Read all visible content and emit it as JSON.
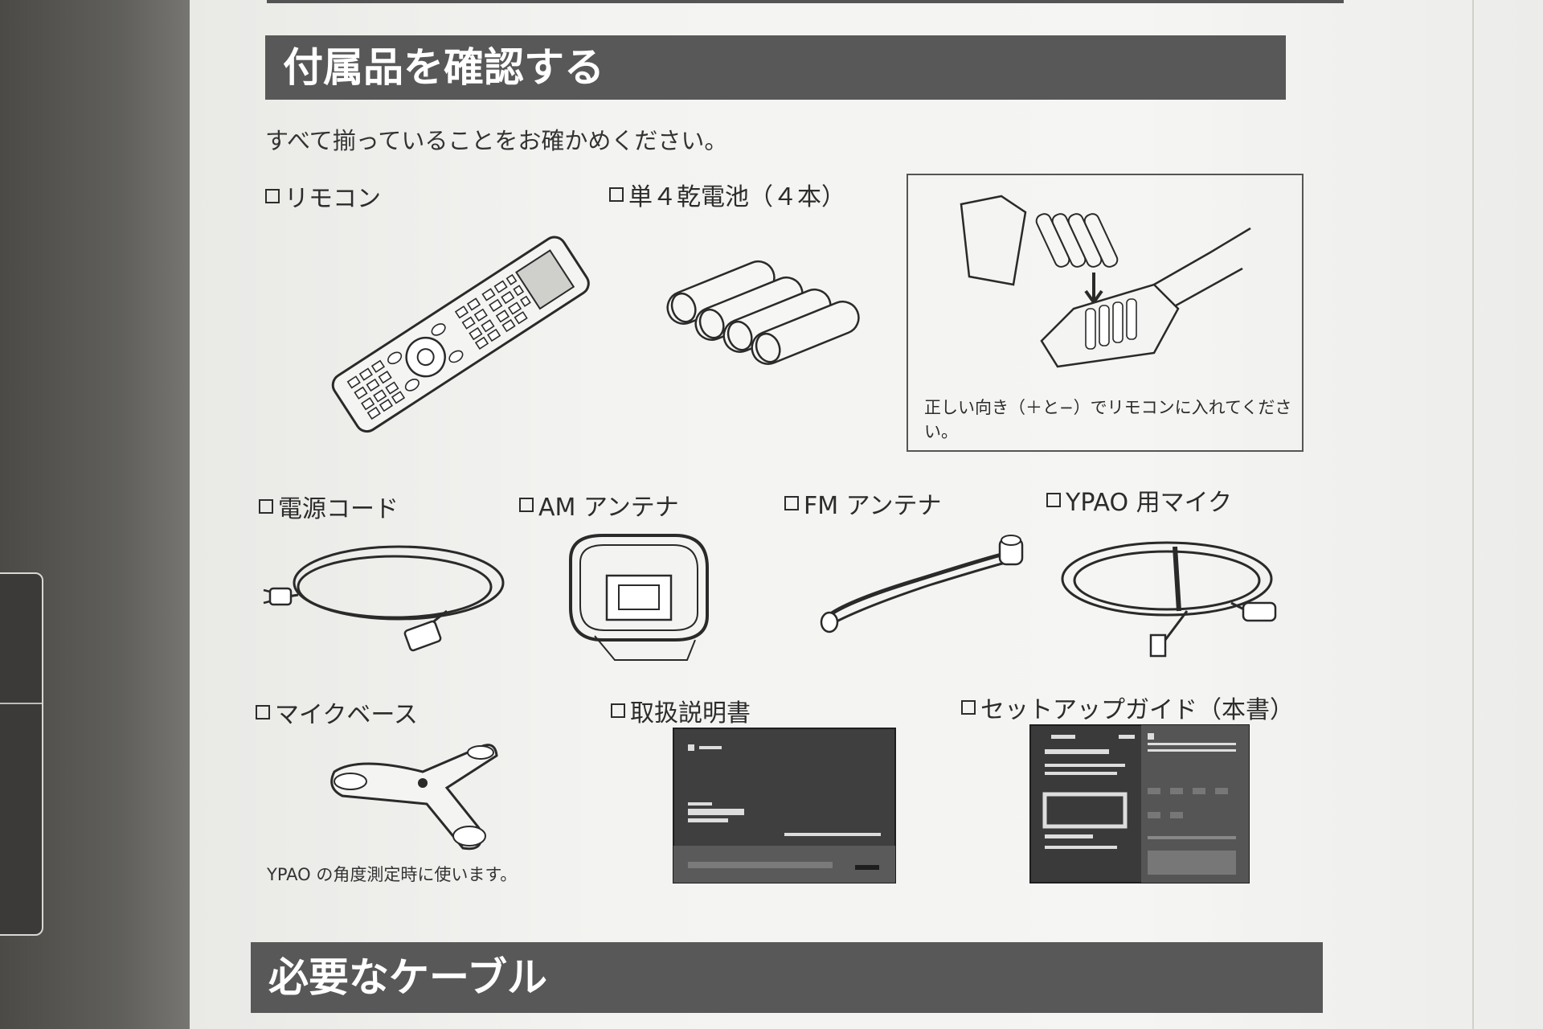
{
  "section1": {
    "title": "付属品を確認する"
  },
  "intro": "すべて揃っていることをお確かめください。",
  "items": {
    "remote": "リモコン",
    "batteries": "単４乾電池（４本）",
    "power_cord": "電源コード",
    "am_antenna": "AM アンテナ",
    "fm_antenna": "FM アンテナ",
    "ypao_mic": "YPAO 用マイク",
    "mic_base": "マイクベース",
    "owners_manual": "取扱説明書",
    "setup_guide": "セットアップガイド（本書）"
  },
  "battery_note": "正しい向き（＋と−）でリモコンに入れてください。",
  "mic_base_caption": "YPAO の角度測定時に使います。",
  "section2": {
    "title": "必要なケーブル"
  }
}
